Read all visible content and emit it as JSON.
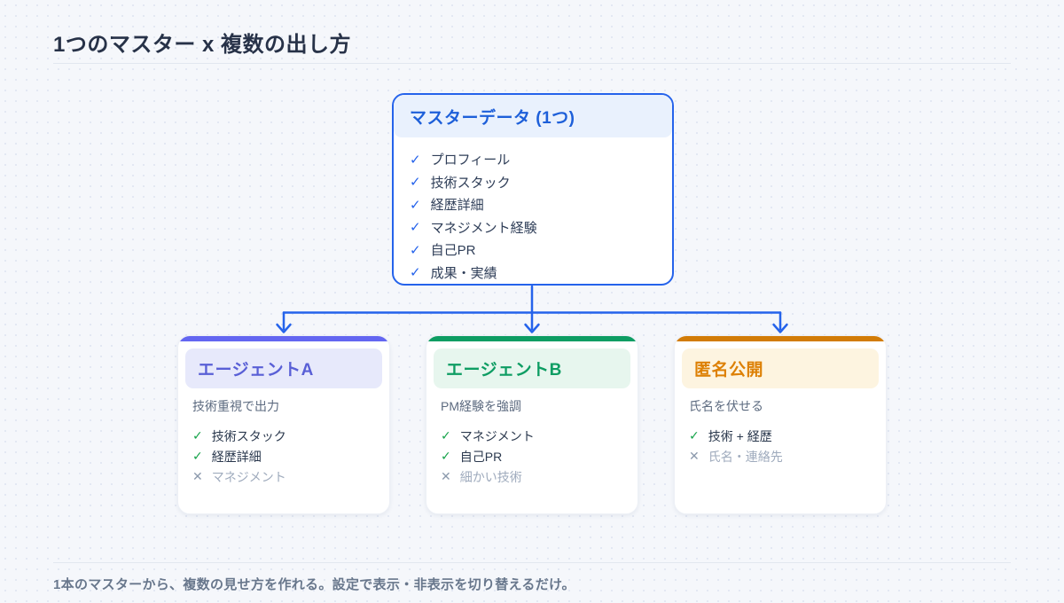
{
  "colors": {
    "connector": "#2563eb",
    "master_border": "#2563eb",
    "master_header_bg": "#e9f1fd",
    "master_title": "#1d5fd9",
    "master_check": "#2563eb",
    "check_green": "#16a34a",
    "cross_gray": "#8b99ac"
  },
  "icons": {
    "check": "✓",
    "cross": "✕"
  },
  "header": {
    "title": "1つのマスター x 複数の出し方"
  },
  "master": {
    "title": "マスターデータ (1つ)",
    "items": [
      "プロフィール",
      "技術スタック",
      "経歴詳細",
      "マネジメント経験",
      "自己PR",
      "成果・実績"
    ]
  },
  "cards": [
    {
      "title": "エージェントA",
      "title_color": "#595fd6",
      "accent": "#6366f1",
      "header_bg": "#e7e9fb",
      "subtitle": "技術重視で出力",
      "items": [
        {
          "state": "check",
          "label": "技術スタック"
        },
        {
          "state": "check",
          "label": "経歴詳細"
        },
        {
          "state": "cross",
          "label": "マネジメント"
        }
      ]
    },
    {
      "title": "エージェントB",
      "title_color": "#0e9d63",
      "accent": "#0e9d63",
      "header_bg": "#e7f6ee",
      "subtitle": "PM経験を強調",
      "items": [
        {
          "state": "check",
          "label": "マネジメント"
        },
        {
          "state": "check",
          "label": "自己PR"
        },
        {
          "state": "cross",
          "label": "細かい技術"
        }
      ]
    },
    {
      "title": "匿名公開",
      "title_color": "#dd8005",
      "accent": "#d27c07",
      "header_bg": "#fdf4e0",
      "subtitle": "氏名を伏せる",
      "items": [
        {
          "state": "check",
          "label": "技術 + 経歴"
        },
        {
          "state": "cross",
          "label": "氏名・連絡先"
        }
      ]
    }
  ],
  "footer": {
    "note": "1本のマスターから、複数の見せ方を作れる。設定で表示・非表示を切り替えるだけ。"
  }
}
